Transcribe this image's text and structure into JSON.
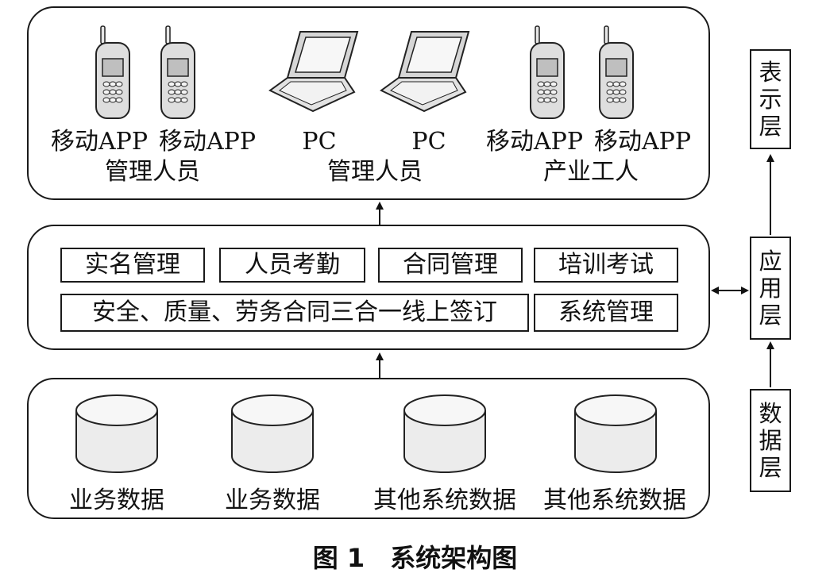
{
  "presentation": {
    "devices": [
      {
        "icon": "mobile-phone-icon",
        "label": "移动APP"
      },
      {
        "icon": "mobile-phone-icon",
        "label": "移动APP"
      },
      {
        "icon": "laptop-icon",
        "label": "PC"
      },
      {
        "icon": "laptop-icon",
        "label": "PC"
      },
      {
        "icon": "mobile-phone-icon",
        "label": "移动APP"
      },
      {
        "icon": "mobile-phone-icon",
        "label": "移动APP"
      }
    ],
    "groups": [
      "管理人员",
      "管理人员",
      "产业工人"
    ]
  },
  "application": {
    "modules": [
      "实名管理",
      "人员考勤",
      "合同管理",
      "培训考试",
      "安全、质量、劳务合同三合一线上签订",
      "系统管理"
    ]
  },
  "data_layer": {
    "stores": [
      {
        "icon": "database-cylinder-icon",
        "label": "业务数据"
      },
      {
        "icon": "database-cylinder-icon",
        "label": "业务数据"
      },
      {
        "icon": "database-cylinder-icon",
        "label": "其他系统数据"
      },
      {
        "icon": "database-cylinder-icon",
        "label": "其他系统数据"
      }
    ]
  },
  "side_labels": {
    "presentation": "表示层",
    "application": "应用层",
    "data": "数据层"
  },
  "caption": "图 1　系统架构图"
}
